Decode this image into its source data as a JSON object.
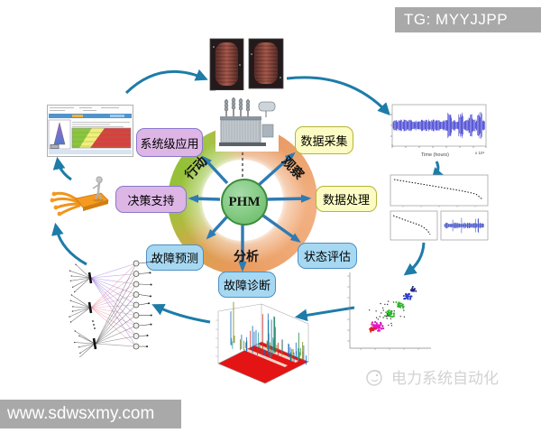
{
  "banners": {
    "tg": "TG: MYYJJPP",
    "url": "www.sdwsxmy.com"
  },
  "watermark": {
    "text": "电力系统自动化"
  },
  "hub": {
    "label": "PHM"
  },
  "ring": {
    "action": "行动",
    "observe": "观察",
    "analyze": "分析"
  },
  "nodes": [
    {
      "id": "system-level-application",
      "label": "系统级应用",
      "type": "purple"
    },
    {
      "id": "data-acquisition",
      "label": "数据采集",
      "type": "yellow"
    },
    {
      "id": "decision-support",
      "label": "决策支持",
      "type": "purple"
    },
    {
      "id": "data-processing",
      "label": "数据处理",
      "type": "yellow"
    },
    {
      "id": "fault-prediction",
      "label": "故障预测",
      "type": "blue"
    },
    {
      "id": "state-assessment",
      "label": "状态评估",
      "type": "blue"
    },
    {
      "id": "fault-diagnosis",
      "label": "故障诊断",
      "type": "blue"
    }
  ],
  "signal_chart": {
    "xlabel": "Time (hours)",
    "scale": "x 10⁴"
  },
  "colors": {
    "cycle_arrow": "#1d7ca8",
    "hub_arrow": "#2e7bb4",
    "ring_green": "#9cc23c",
    "ring_orange": "#e89258",
    "phm_fill": "#7ccc7c",
    "banner": "#a9a9a9",
    "node_purple": "#ddb6e6",
    "node_yellow": "#fbfbc3",
    "node_blue": "#a6d8f2"
  }
}
